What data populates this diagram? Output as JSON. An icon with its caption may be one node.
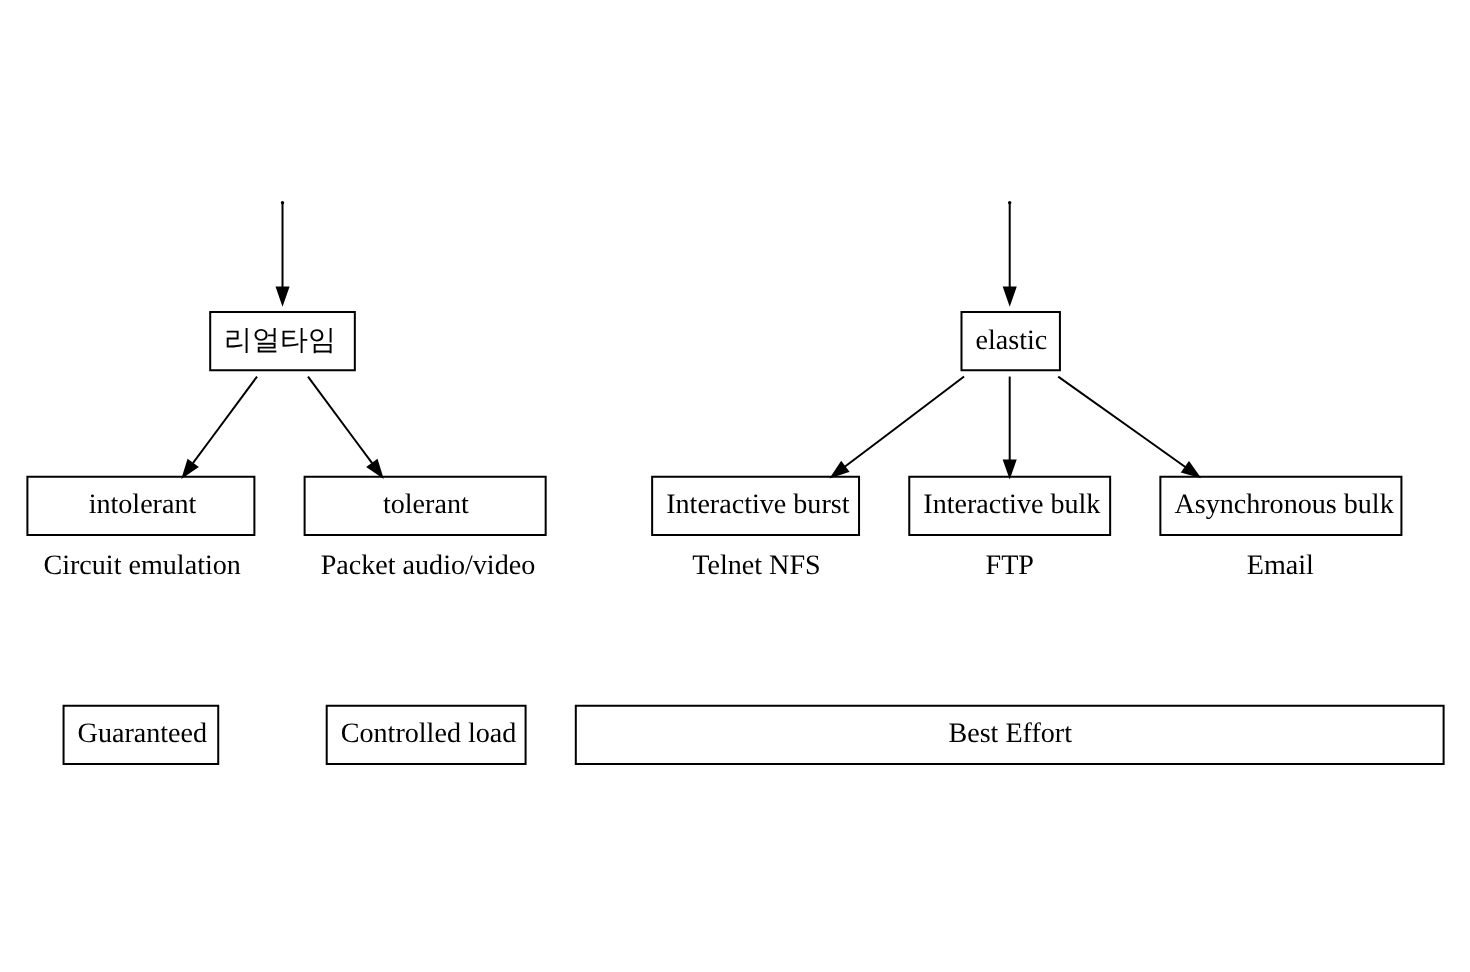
{
  "diagram": {
    "nodes": [
      {
        "text": [
          "리얼타임"
        ]
      },
      {
        "text": [
          "elastic"
        ]
      },
      {
        "text": [
          "intolerant"
        ],
        "beside": [
          "Circuit emulation"
        ]
      },
      {
        "text": [
          "tolerant"
        ],
        "beside": [
          "Packet audio/video"
        ]
      },
      {
        "text": [
          "Interactive burst"
        ],
        "beside": [
          "Telnet NFS"
        ]
      },
      {
        "text": [
          "Interactive bulk"
        ],
        "beside": [
          "FTP"
        ]
      },
      {
        "text": [
          "Asynchronous bulk"
        ],
        "beside": [
          "Email"
        ]
      },
      {
        "text": [
          "Guaranteed"
        ]
      },
      {
        "text": [
          "Controlled load"
        ]
      },
      {
        "text": [
          "Best Effort"
        ]
      }
    ],
    "edges": [
      {
        "from": null,
        "to": 0,
        "arrow": "to"
      },
      {
        "from": null,
        "to": 1,
        "arrow": "to"
      },
      {
        "from": 0,
        "to": 2,
        "arrow": "to"
      },
      {
        "from": 0,
        "to": 3,
        "arrow": "to"
      },
      {
        "from": 1,
        "to": 4,
        "arrow": "to"
      },
      {
        "from": 1,
        "to": 5,
        "arrow": "to"
      },
      {
        "from": 1,
        "to": 6,
        "arrow": "to"
      }
    ]
  }
}
